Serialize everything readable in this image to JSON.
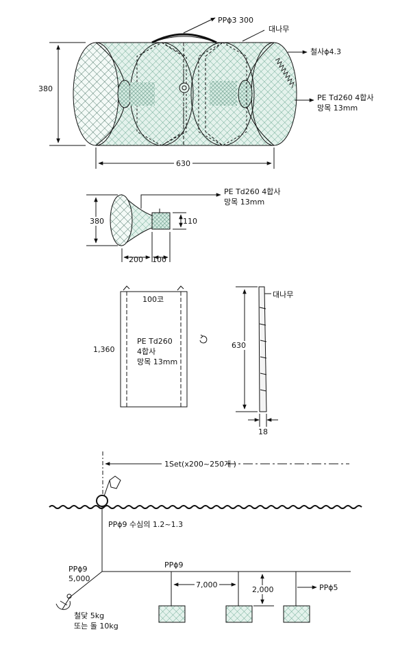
{
  "colors": {
    "line": "#111111",
    "mesh": "#5a9e86",
    "mesh_fill": "#e4f2ec",
    "paper": "#ffffff"
  },
  "trap": {
    "rope_label": "PPϕ3  300",
    "bamboo_label": "대나무",
    "wire_label": "철사ϕ4.3",
    "net_label_line1": "PE Td260 4합사",
    "net_label_line2": "망목 13mm",
    "height": "380",
    "length": "630"
  },
  "funnel": {
    "net_label_line1": "PE Td260 4합사",
    "net_label_line2": "망목 13mm",
    "height": "380",
    "mouth": "110",
    "cone_length": "200",
    "neck_length": "100"
  },
  "panel": {
    "meshes": "100코",
    "length": "1,360",
    "material_line1": "PE Td260",
    "material_line2": "4합사",
    "material_line3": "망목 13mm"
  },
  "bamboo": {
    "label": "대나무",
    "length": "630",
    "width": "18"
  },
  "rig": {
    "set_label": "1Set(x200~250개 )",
    "float_rope": "PPϕ9  수심의 1.2~1.3",
    "side_rope": "PPϕ9",
    "side_length": "5,000",
    "main_rope": "PPϕ9",
    "spacing": "7,000",
    "drop": "2,000",
    "branch_rope": "PPϕ5",
    "anchor_line1": "철닻 5kg",
    "anchor_line2": "또는  돌 10kg"
  }
}
